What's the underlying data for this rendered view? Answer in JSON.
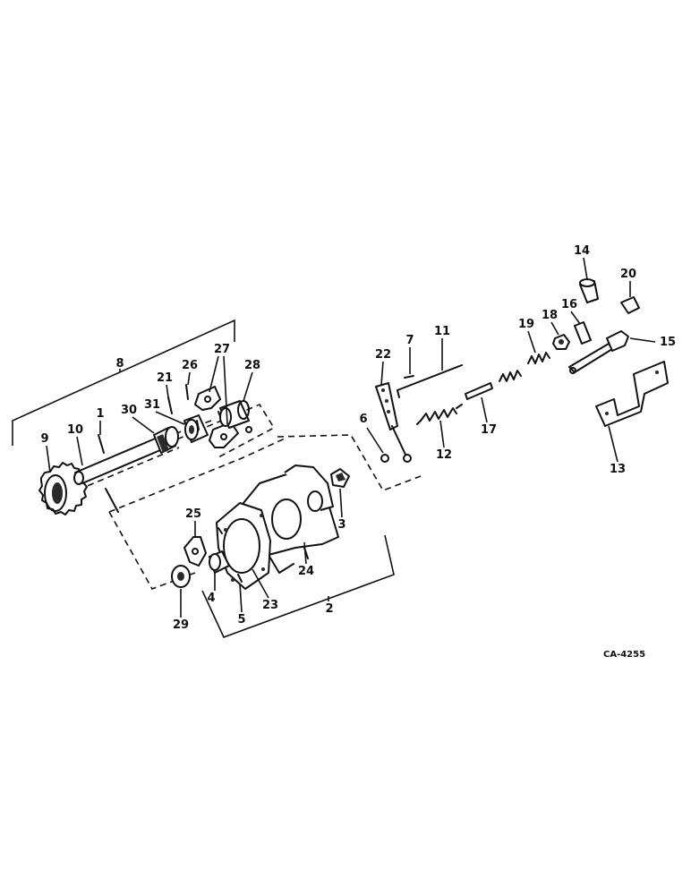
{
  "diagram": {
    "drawing_code": "CA-4255",
    "callouts": [
      "1",
      "2",
      "3",
      "4",
      "5",
      "6",
      "7",
      "8",
      "9",
      "10",
      "11",
      "12",
      "13",
      "14",
      "15",
      "16",
      "17",
      "18",
      "19",
      "20",
      "21",
      "22",
      "23",
      "24",
      "25",
      "26",
      "27",
      "28",
      "29",
      "30",
      "31"
    ]
  }
}
